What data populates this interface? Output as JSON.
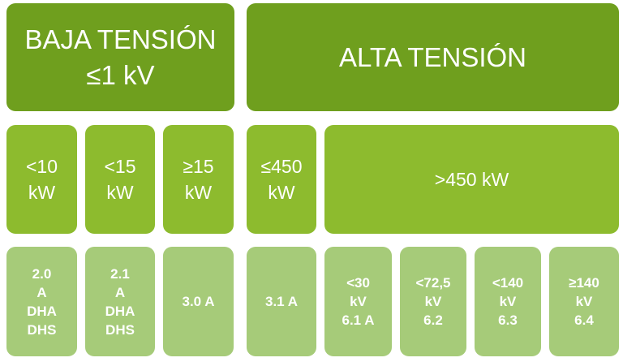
{
  "level1": {
    "baja": "BAJA TENSIÓN\n≤1 kV",
    "alta": "ALTA TENSIÓN"
  },
  "level2": {
    "lt10": "<10\nkW",
    "lt15": "<15\nkW",
    "ge15": "≥15\nkW",
    "le450": "≤450\nkW",
    "gt450": ">450 kW"
  },
  "level3": {
    "t20": "2.0\nA\nDHA\nDHS",
    "t21": "2.1\nA\nDHA\nDHS",
    "t30": "3.0 A",
    "t31": "3.1 A",
    "t61": "<30\nkV\n6.1 A",
    "t62": "<72,5\nkV\n6.2",
    "t63": "<140\nkV\n6.3",
    "t64": "≥140\nkV\n6.4"
  },
  "colors": {
    "level1": "#6f9f1e",
    "level2": "#8dbb2e",
    "level3": "#a6cb79",
    "text": "#ffffff"
  }
}
